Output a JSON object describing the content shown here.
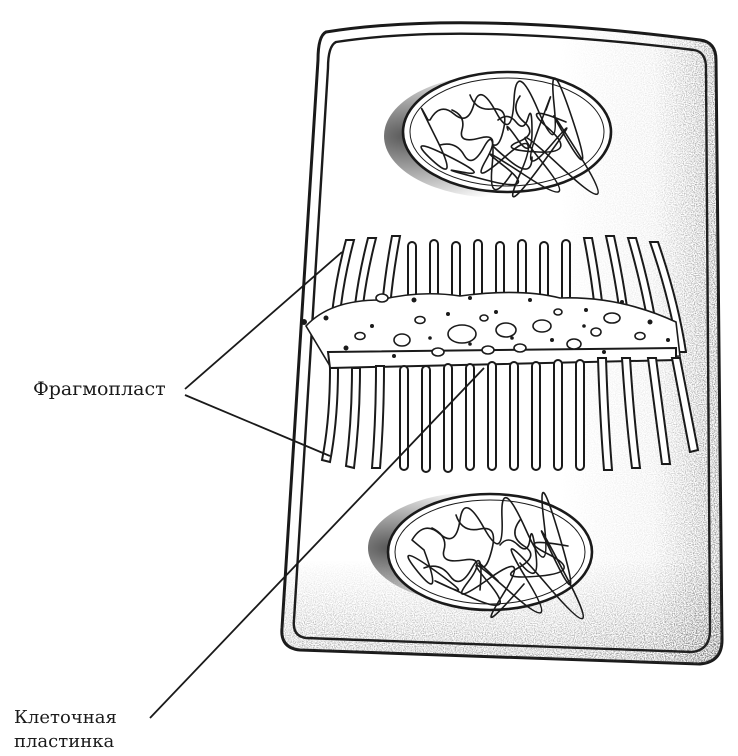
{
  "labels": {
    "phragmoplast": "Фрагмопласт",
    "cell_plate_line1": "Клеточная",
    "cell_plate_line2": "пластинка"
  },
  "colors": {
    "ink": "#1a1a1a",
    "background": "#ffffff",
    "shading": "#3a3a3a"
  }
}
